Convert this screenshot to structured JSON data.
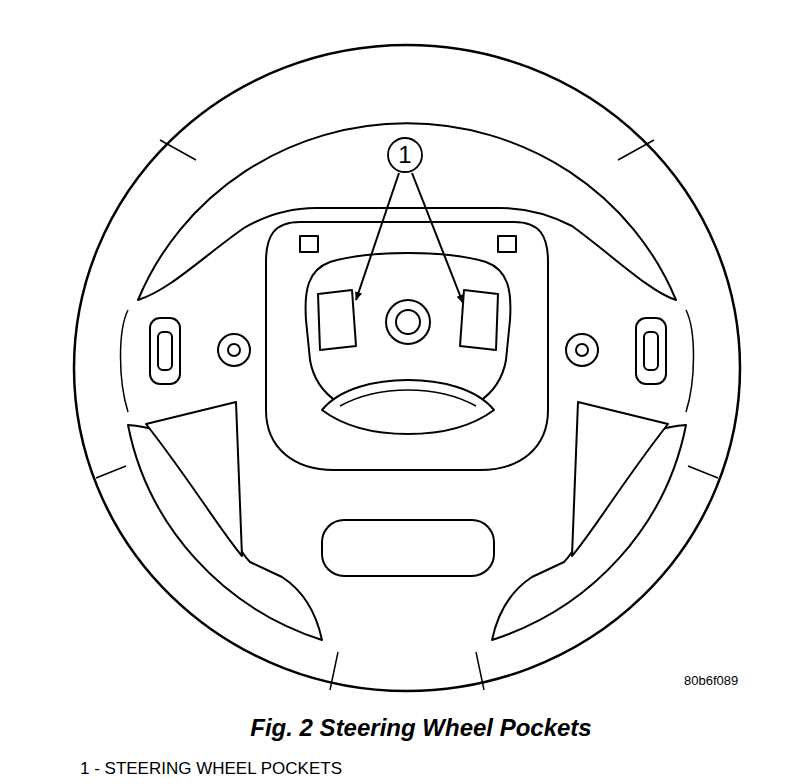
{
  "diagram": {
    "caption": "Fig. 2 Steering Wheel Pockets",
    "labels": [
      "1",
      "80b6f089",
      "1 - STEERING WHEEL POCKETS"
    ]
  }
}
